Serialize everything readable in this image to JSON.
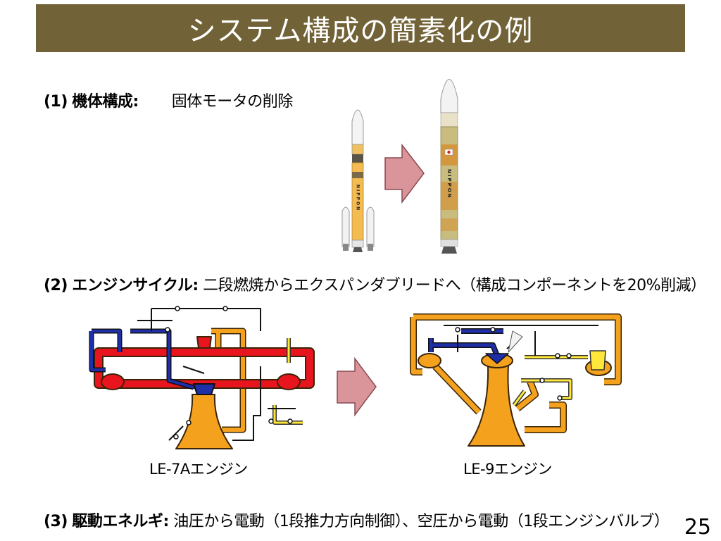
{
  "slide": {
    "title": "システム構成の簡素化の例",
    "page_number": "25",
    "colors": {
      "title_bg": "#716337",
      "arrow": "#d9959a",
      "engine_red": "#e8141e",
      "engine_orange": "#f4a21e",
      "engine_blue": "#1f2fa8",
      "engine_yellow": "#ffe83a"
    }
  },
  "section1": {
    "number": "(1)",
    "heading": "機体構成",
    "colon": ":",
    "text": "固体モータの削除",
    "rocket_left_lettering": "NIPPON",
    "rocket_right_lettering": "NIPPON"
  },
  "section2": {
    "number": "(2)",
    "heading": "エンジンサイクル",
    "colon": ":",
    "text": "二段燃焼からエクスパンダブリードへ（構成コンポーネントを20%削減）",
    "engine_left_label": "LE-7Aエンジン",
    "engine_right_label": "LE-9エンジン"
  },
  "section3": {
    "number": "(3)",
    "heading": "駆動エネルギ",
    "colon": ":",
    "text": "油圧から電動（1段推力方向制御）、空圧から電動（1段エンジンバルブ）"
  }
}
